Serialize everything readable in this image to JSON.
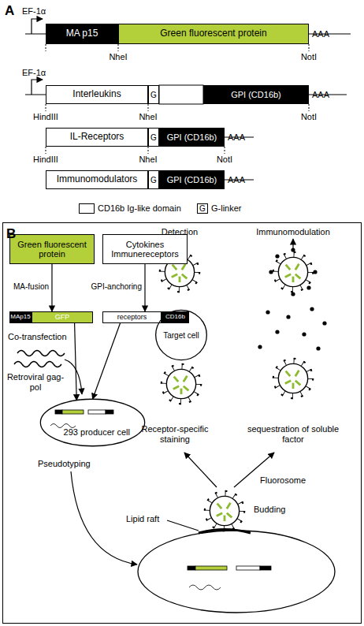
{
  "diagram": {
    "nodes": [
      {
        "text": [
          "MA p15"
        ]
      },
      {
        "text": [
          "Green fluorescent protein"
        ]
      },
      {
        "text": [
          "Interleukins"
        ]
      },
      {
        "text": [
          "G"
        ]
      },
      {
        "text": [
          "GPI (CD16b)"
        ]
      },
      {
        "text": [
          "IL-Receptors"
        ]
      },
      {
        "text": [
          "G"
        ]
      },
      {
        "text": [
          "GPI (CD16b)"
        ]
      },
      {
        "text": [
          "Immunomodulators"
        ]
      },
      {
        "text": [
          "G"
        ]
      },
      {
        "text": [
          "GPI (CD16b)"
        ]
      },
      {
        "text": [
          "Green fluorescent protein"
        ]
      },
      {
        "text": [
          "Cytokines Immunereceptors"
        ]
      },
      {
        "text": [
          "MAp15"
        ]
      },
      {
        "text": [
          "GFP"
        ]
      },
      {
        "text": [
          "receptors"
        ]
      },
      {
        "text": [
          "CD16b"
        ]
      },
      {
        "text": [
          "Target cell"
        ]
      },
      {
        "text": [
          "293 producer cell"
        ]
      }
    ],
    "edges": [
      {
        "from": 11,
        "to": 14,
        "arrow": "to",
        "label": "MA-fusion"
      },
      {
        "from": 12,
        "to": 15,
        "arrow": "to",
        "label": "GPI-anchoring"
      },
      {
        "from": 14,
        "to": 18,
        "arrow": "to"
      },
      {
        "from": 15,
        "to": 18,
        "arrow": "to"
      }
    ],
    "labels": [
      "A",
      "EF-1α",
      "AAA",
      "NheI",
      "NotI",
      "EF-1α",
      "AAA",
      "HindIII",
      "NheI",
      "NotI",
      "AAA",
      "HindIII",
      "NheI",
      "NotI",
      "AAA",
      "G",
      "B",
      "Co-transfection",
      "Retroviral gag-pol",
      "Pseudotyping",
      "Lipid raft",
      "Budding",
      "Fluorosome",
      "Receptor-specific staining",
      "sequestration of soluble factor",
      "Detection",
      "Immunomodulation"
    ],
    "legend": [
      {
        "text": "CD16b Ig-like domain",
        "color": "#ffffff"
      },
      {
        "text": "G-linker",
        "color": "#ffffff"
      }
    ]
  }
}
